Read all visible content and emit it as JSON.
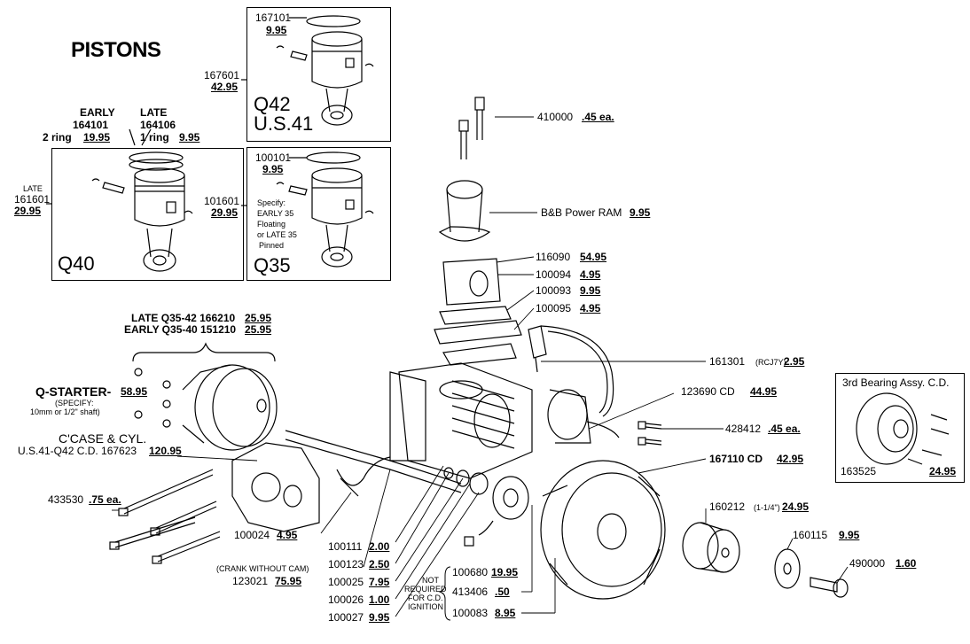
{
  "title": "PISTONS",
  "pistons": {
    "q40": {
      "label": "Q40",
      "early_head": "EARLY",
      "early_part": "164101",
      "early_desc": "2 ring",
      "early_price": "19.95",
      "late_head": "LATE",
      "late_part": "164106",
      "late_desc": "1 ring",
      "late_price": "9.95",
      "side_late": "LATE",
      "side_part": "161601",
      "side_price": "29.95"
    },
    "q42": {
      "label_1": "Q42",
      "label_2": "U.S.41",
      "ring_part": "167101",
      "ring_price": "9.95",
      "side_part": "167601",
      "side_price": "42.95"
    },
    "q35": {
      "label": "Q35",
      "ring_part": "100101",
      "ring_price": "9.95",
      "side_part": "101601",
      "side_price": "29.95",
      "specify": [
        "Specify:",
        "EARLY 35",
        "Floating",
        "or LATE 35",
        "Pinned"
      ]
    }
  },
  "starter": {
    "late_line": "LATE  Q35-42 166210",
    "late_price": "25.95",
    "early_line": "EARLY  Q35-40 151210",
    "early_price": "25.95",
    "name": "Q-STARTER-",
    "price": "58.95",
    "spec_1": "(SPECIFY:",
    "spec_2": "10mm  or  1/2\"  shaft)"
  },
  "crankcase": {
    "title": "C'CASE  &  CYL.",
    "line": "U.S.41-Q42  C.D.  167623",
    "price": "120.95"
  },
  "parts": {
    "p410000": {
      "num": "410000",
      "price": ".45 ea."
    },
    "ram": {
      "name": "B&B Power RAM",
      "price": "9.95"
    },
    "p116090": {
      "num": "116090",
      "price": "54.95"
    },
    "p100094": {
      "num": "100094",
      "price": "4.95"
    },
    "p100093": {
      "num": "100093",
      "price": "9.95"
    },
    "p100095": {
      "num": "100095",
      "price": "4.95"
    },
    "p161301": {
      "num": "161301",
      "note": "(RCJ7Y)",
      "price": "2.95"
    },
    "p123690": {
      "num": "123690  CD",
      "price": "44.95"
    },
    "p428412": {
      "num": "428412",
      "price": ".45  ea."
    },
    "p167110": {
      "num": "167110  CD",
      "price": "42.95"
    },
    "p160212": {
      "num": "160212",
      "note": "(1-1/4\")",
      "price": "24.95"
    },
    "p160115": {
      "num": "160115",
      "price": "9.95"
    },
    "p490000": {
      "num": "490000",
      "price": "1.60"
    },
    "p433530": {
      "num": "433530",
      "price": ".75  ea."
    },
    "p100024": {
      "num": "100024",
      "price": "4.95"
    },
    "p123021": {
      "note": "(CRANK WITHOUT CAM)",
      "num": "123021",
      "price": "75.95"
    },
    "p100111": {
      "num": "100111",
      "price": "2.00"
    },
    "p100123": {
      "num": "100123",
      "price": "2.50"
    },
    "p100025": {
      "num": "100025",
      "price": "7.95"
    },
    "p100026": {
      "num": "100026",
      "price": "1.00"
    },
    "p100027": {
      "num": "100027",
      "price": "9.95"
    },
    "p100680": {
      "num": "100680",
      "price": "19.95"
    },
    "p413406": {
      "num": "413406",
      "price": ".50"
    },
    "p100083": {
      "num": "100083",
      "price": "8.95"
    },
    "not_required": [
      "NOT",
      "REQUIRED",
      "FOR C.D.",
      "IGNITION"
    ]
  },
  "bearing": {
    "title": "3rd  Bearing  Assy.  C.D.",
    "num": "163525",
    "price": "24.95"
  }
}
